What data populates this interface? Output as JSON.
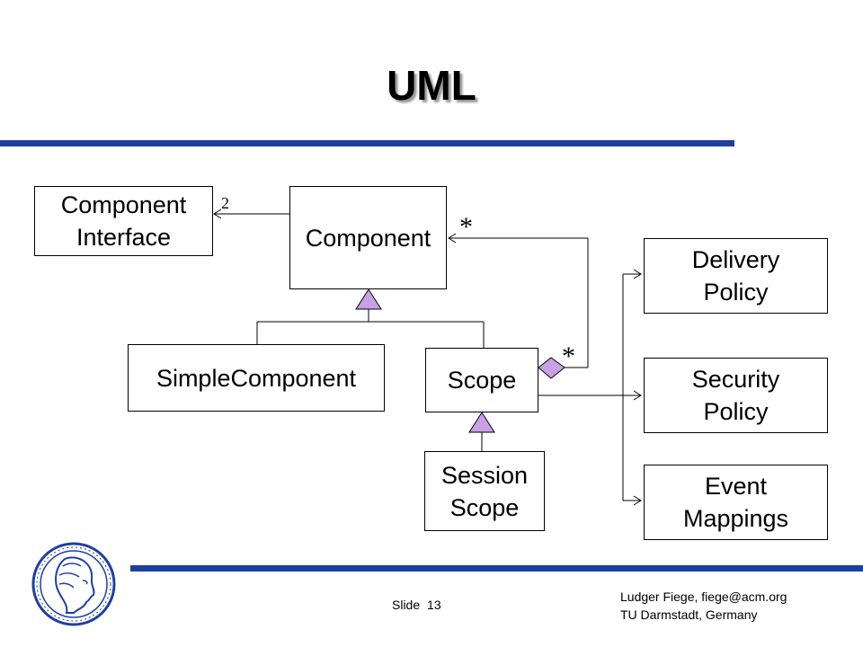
{
  "slide": {
    "title": "UML",
    "footer": {
      "slide_label": "Slide",
      "slide_number": "13",
      "author_line": "Ludger Fiege, fiege@acm.org",
      "affiliation_line": "TU Darmstadt, Germany"
    }
  },
  "diagram": {
    "boxes": {
      "component_interface": [
        "Component",
        "Interface"
      ],
      "component": [
        "Component"
      ],
      "simple_component": [
        "SimpleComponent"
      ],
      "scope": [
        "Scope"
      ],
      "session_scope": [
        "Session",
        "Scope"
      ],
      "delivery_policy": [
        "Delivery",
        "Policy"
      ],
      "security_policy": [
        "Security",
        "Policy"
      ],
      "event_mappings": [
        "Event",
        "Mappings"
      ]
    },
    "multiplicities": {
      "interface_count": "2",
      "component_many": "*",
      "scope_many": "*"
    },
    "colors": {
      "accent_bar": "#1f3fa0",
      "generalization_fill": "#c9a0e8",
      "aggregation_fill": "#c9a0e8"
    }
  }
}
